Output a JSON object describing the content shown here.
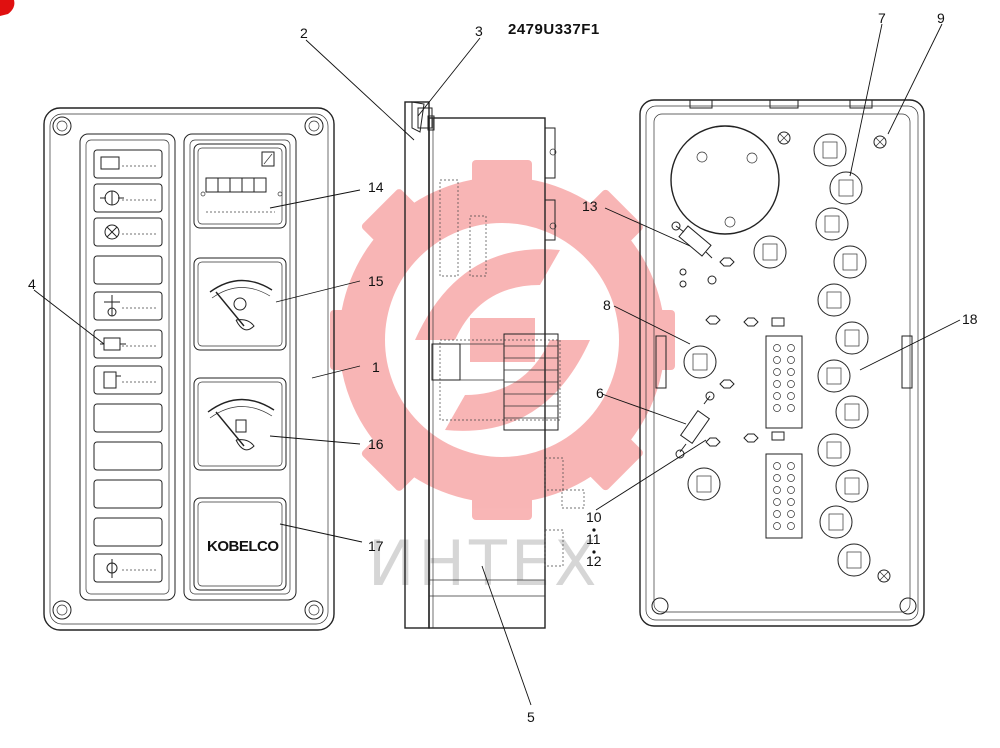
{
  "drawing": {
    "part_number": "2479U337F1",
    "brand_logo": "KOBELCO",
    "watermark_text": "ИНТЕХ",
    "watermark_color": "#f03a3a",
    "corner_marker_color": "#e01010"
  },
  "callouts": {
    "c1": "1",
    "c2": "2",
    "c3": "3",
    "c4": "4",
    "c5": "5",
    "c6": "6",
    "c7": "7",
    "c8": "8",
    "c9": "9",
    "c10": "10",
    "c11": "11",
    "c12": "12",
    "c13": "13",
    "c14": "14",
    "c15": "15",
    "c16": "16",
    "c17": "17",
    "c18": "18"
  }
}
